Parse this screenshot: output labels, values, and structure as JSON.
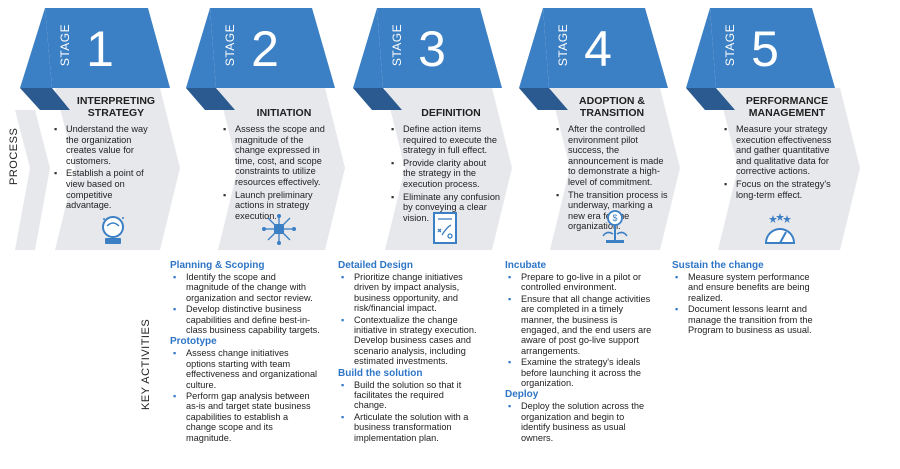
{
  "side_labels": {
    "process": "PROCESS",
    "key_activities": "KEY ACTIVITIES"
  },
  "colors": {
    "accent": "#3b7fc4",
    "accent_dark": "#2a5a8f",
    "panel": "#e6e8ec",
    "heading_blue": "#2e75c6"
  },
  "stages": [
    {
      "word": "STAGE",
      "number": "1",
      "title": "INTERPRETING STRATEGY",
      "icon": "crystal-ball-icon",
      "bullets": [
        "Understand the way the organization creates value for customers.",
        "Establish a point of view based on competitive advantage."
      ]
    },
    {
      "word": "STAGE",
      "number": "2",
      "title": "INITIATION",
      "icon": "network-hub-icon",
      "bullets": [
        "Assess the scope and magnitude of the change expressed in time, cost, and scope constraints to utilize resources effectively.",
        "Launch preliminary actions in strategy execution."
      ]
    },
    {
      "word": "STAGE",
      "number": "3",
      "title": "DEFINITION",
      "icon": "strategy-document-icon",
      "bullets": [
        "Define action items required to execute the strategy in full effect.",
        "Provide clarity about the strategy in the execution process.",
        "Eliminate any confusion by conveying a clear vision."
      ]
    },
    {
      "word": "STAGE",
      "number": "4",
      "title": "ADOPTION & TRANSITION",
      "icon": "money-growth-icon",
      "bullets": [
        "After the controlled environment pilot success, the announcement is made to demonstrate a high-level of commitment.",
        "The transition process is underway, marking a new era for the organization."
      ]
    },
    {
      "word": "STAGE",
      "number": "5",
      "title": "PERFORMANCE MANAGEMENT",
      "icon": "gauge-stars-icon",
      "bullets": [
        "Measure your strategy execution effectiveness and gather quantitative and qualitative data for corrective actions.",
        "Focus on the strategy's long-term effect."
      ]
    }
  ],
  "activities": [
    {
      "groups": [
        {
          "heading": "Planning & Scoping",
          "items": [
            "Identify the scope and magnitude of the change with organization and sector review.",
            "Develop distinctive business capabilities and define best-in-class business capability targets."
          ]
        },
        {
          "heading": "Prototype",
          "items": [
            "Assess change initiatives options starting with team effectiveness and organizational culture.",
            "Perform gap analysis between as-is and target state business capabilities to establish a change scope and its magnitude."
          ]
        }
      ]
    },
    {
      "groups": [
        {
          "heading": "Detailed Design",
          "items": [
            "Prioritize change initiatives driven by impact analysis, business opportunity, and risk/financial impact.",
            "Contextualize the change initiative in strategy execution. Develop business cases and scenario analysis, including estimated investments."
          ]
        },
        {
          "heading": "Build the solution",
          "items": [
            "Build the solution so that it facilitates the required change.",
            "Articulate the solution with a business transformation implementation plan."
          ]
        }
      ]
    },
    {
      "groups": [
        {
          "heading": "Incubate",
          "items": [
            "Prepare to go-live in a pilot or controlled environment.",
            "Ensure that all change activities are completed in a timely manner, the business is engaged, and the end users are aware of post go-live support arrangements.",
            "Examine the strategy's ideals before launching it across the organization."
          ]
        },
        {
          "heading": "Deploy",
          "items": [
            "Deploy the solution across the organization and begin to identify business as usual owners."
          ]
        }
      ]
    },
    {
      "groups": [
        {
          "heading": "Sustain the change",
          "items": [
            "Measure system performance and ensure benefits are being realized.",
            "Document lessons learnt and manage the transition from the Program to business as usual."
          ]
        }
      ]
    }
  ]
}
